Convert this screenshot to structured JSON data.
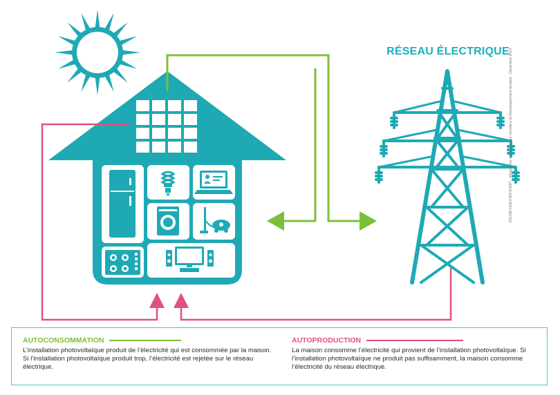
{
  "grid_title": "RÉSEAU ÉLECTRIQUE",
  "credit": "DICOM-DGEC/INF/14287 - Infographie réalisée par le ministère du Développement durable - Décembre 2014",
  "colors": {
    "teal": "#1fa9b4",
    "green": "#7cbf3a",
    "pink": "#e0517e",
    "legend_border": "#4fc3cf"
  },
  "legend": {
    "autoconsommation": {
      "title": "AUTOCONSOMMATION",
      "text": "L’installation photovoltaïque produit de l’électricité qui est consommée par la maison. Si l’installation photovoltaïque produit trop, l’électricité est rejetée sur le réseau électrique."
    },
    "autoproduction": {
      "title": "AUTOPRODUCTION",
      "text": "La maison consomme l’électricité qui provient de l’installation photovoltaïque. Si l’installation photovoltaïque ne produit pas suffisamment, la maison consomme l’électricité du réseau électrique."
    }
  },
  "icons": [
    "sun-icon",
    "solar-panel-icon",
    "fridge-icon",
    "light-bulb-icon",
    "laptop-icon",
    "washing-machine-icon",
    "vacuum-cleaner-icon",
    "stove-icon",
    "tv-icon",
    "pylon-icon"
  ]
}
